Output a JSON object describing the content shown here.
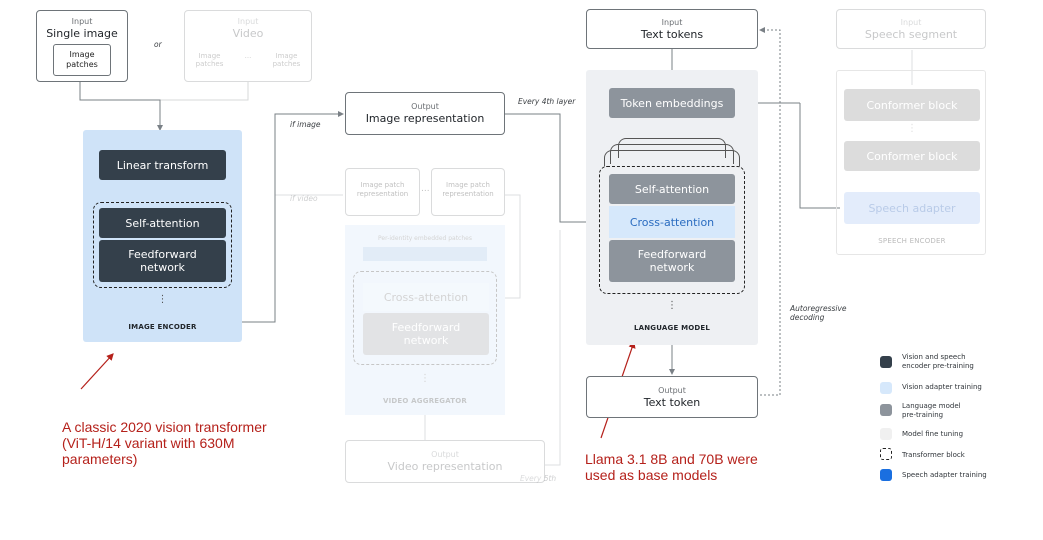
{
  "image_input": {
    "sub": "Input",
    "main": "Single image",
    "patches": "Image\npatches"
  },
  "or_label": "or",
  "video_input": {
    "sub": "Input",
    "main": "Video",
    "patch_left": "Image\npatches",
    "patch_right": "Image\npatches",
    "ellipsis": "..."
  },
  "image_encoder": {
    "linear": "Linear transform",
    "self_attention": "Self-attention",
    "feedforward": "Feedforward\nnetwork",
    "ellipsis": "⋮",
    "caption": "IMAGE ENCODER"
  },
  "edge_labels": {
    "if_image": "if image",
    "if_video": "if video",
    "every_4th": "Every 4th layer",
    "every_5th": "Every 5th",
    "autoregressive": "Autoregressive\ndecoding"
  },
  "image_representation": {
    "sub": "Output",
    "main": "Image representation"
  },
  "video_aggregator": {
    "patch_left": "Image patch\nrepresentation",
    "patch_right": "Image patch\nrepresentation",
    "ellipsis": "...",
    "per_layer": "Per-identity embedded patches",
    "cross_attention": "Cross-attention",
    "feedforward": "Feedforward\nnetwork",
    "caption": "VIDEO AGGREGATOR"
  },
  "video_representation": {
    "sub": "Output",
    "main": "Video representation"
  },
  "text_tokens": {
    "sub": "Input",
    "main": "Text tokens"
  },
  "language_model": {
    "token_embeddings": "Token embeddings",
    "self_attention": "Self-attention",
    "cross_attention": "Cross-attention",
    "feedforward": "Feedforward\nnetwork",
    "ellipsis": "⋮",
    "caption": "LANGUAGE MODEL"
  },
  "text_token": {
    "sub": "Output",
    "main": "Text token"
  },
  "speech_input": {
    "sub": "Input",
    "main": "Speech segment"
  },
  "speech_encoder": {
    "conformer1": "Conformer block",
    "conformer2": "Conformer block",
    "adapter": "Speech adapter",
    "caption": "SPEECH ENCODER"
  },
  "legend": [
    {
      "label": "Vision and speech\nencoder pre-training",
      "color": "#34404b"
    },
    {
      "label": "Vision adapter training",
      "color": "#d6e8fb"
    },
    {
      "label": "Language model\npre-training",
      "color": "#8d949c"
    },
    {
      "label": "Model fine tuning",
      "color": "#f0f0f0"
    },
    {
      "label": "Transformer block",
      "color": "#ffffff"
    },
    {
      "label": "Speech adapter training",
      "color": "#1a6fe0"
    }
  ],
  "annotations": {
    "left": "A classic 2020 vision transformer\n(ViT-H/14 variant with 630M\nparameters)",
    "right": "Llama 3.1 8B and 70B were\nused as base models"
  },
  "colors": {
    "annotation": "#b5211b",
    "encoder_bg": "#cfe3f8",
    "lm_bg": "#eef0f3"
  }
}
